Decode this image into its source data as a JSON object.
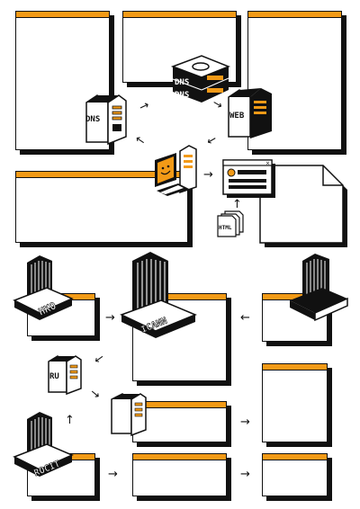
{
  "palette": {
    "accent": "#f29a17",
    "ink": "#111111",
    "paper": "#ffffff"
  },
  "labels": {
    "dns_left": "DNS",
    "dns_top_1": "DNS",
    "dns_top_2": "DNS",
    "web": "WEB",
    "html_file": "HTML",
    "hko": "HKO",
    "icann": "ICANN",
    "ru": "RU",
    "rocit": "ROCIT"
  },
  "arrows": {
    "right": "→",
    "left": "←",
    "up": "↑"
  },
  "icons": [
    "server-tower-icon",
    "computer-workstation-icon",
    "browser-window-icon",
    "document-icon",
    "datacenter-building-icon",
    "arrow-icon"
  ]
}
